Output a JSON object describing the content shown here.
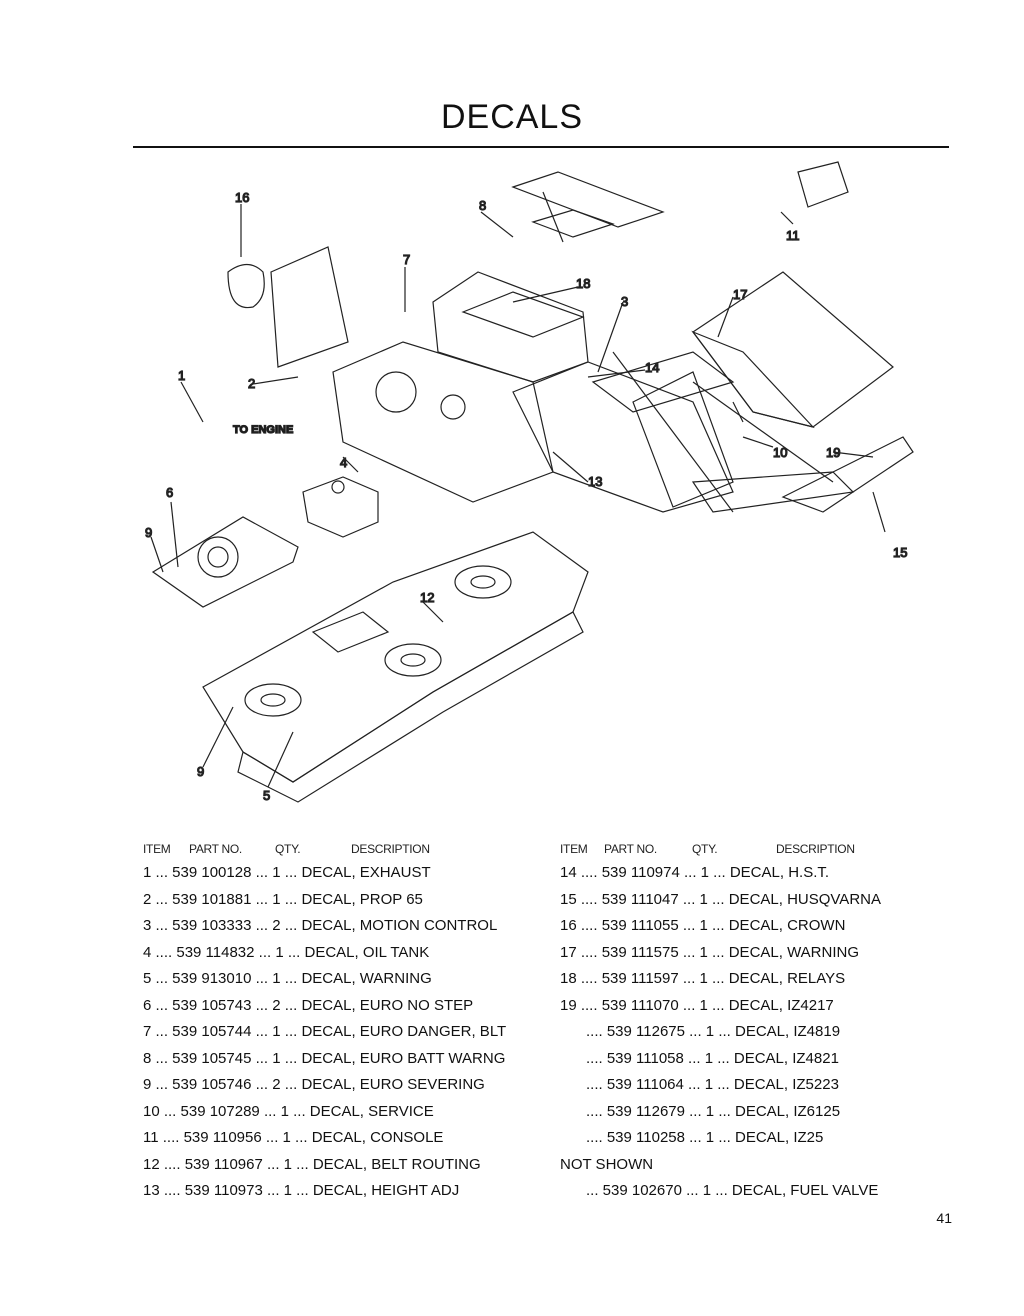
{
  "title": "DECALS",
  "page_number": "41",
  "diagram": {
    "engine_label": "TO ENGINE",
    "callouts": [
      "1",
      "2",
      "3",
      "4",
      "5",
      "6",
      "7",
      "8",
      "9",
      "9",
      "10",
      "11",
      "12",
      "13",
      "14",
      "15",
      "16",
      "17",
      "18",
      "19"
    ]
  },
  "table_headers": {
    "item": "ITEM",
    "part_no": "PART NO.",
    "qty": "QTY.",
    "description": "DESCRIPTION"
  },
  "left_rows": [
    "1 ... 539 100128 ... 1 ... DECAL, EXHAUST",
    "2 ... 539 101881 ... 1 ... DECAL, PROP 65",
    "3 ... 539 103333 ... 2 ... DECAL, MOTION CONTROL",
    "4 .... 539 114832 ... 1 ... DECAL, OIL TANK",
    "5 ... 539 913010 ... 1 ... DECAL, WARNING",
    "6 ... 539 105743 ... 2 ... DECAL, EURO NO STEP",
    "7 ... 539 105744 ... 1 ... DECAL, EURO DANGER, BLT",
    "8 ... 539 105745 ... 1 ... DECAL, EURO BATT WARNG",
    "9 ... 539 105746 ... 2 ... DECAL, EURO SEVERING",
    "10 ... 539 107289 ... 1 ... DECAL, SERVICE",
    "11 .... 539 110956 ... 1 ... DECAL, CONSOLE",
    "12 .... 539 110967 ... 1 ... DECAL, BELT ROUTING",
    "13 .... 539 110973 ... 1 ... DECAL, HEIGHT ADJ"
  ],
  "right_rows": [
    "14 .... 539 110974 ... 1 ... DECAL, H.S.T.",
    "15 .... 539 111047 ... 1 ... DECAL, HUSQVARNA",
    "16 .... 539 111055 ... 1 ... DECAL, CROWN",
    "17 .... 539 111575 ... 1 ... DECAL, WARNING",
    "18 .... 539 111597 ... 1 ... DECAL, RELAYS",
    "19 .... 539 111070 ... 1 ... DECAL, IZ4217",
    "        .... 539 112675 ... 1 ... DECAL, IZ4819",
    "        .... 539 111058 ... 1 ... DECAL, IZ4821",
    "        .... 539 111064 ... 1 ... DECAL, IZ5223",
    "        .... 539 112679 ... 1 ... DECAL, IZ6125",
    "        .... 539 110258 ... 1 ... DECAL, IZ25",
    "NOT SHOWN",
    "        ... 539 102670 ... 1 ... DECAL, FUEL VALVE"
  ]
}
